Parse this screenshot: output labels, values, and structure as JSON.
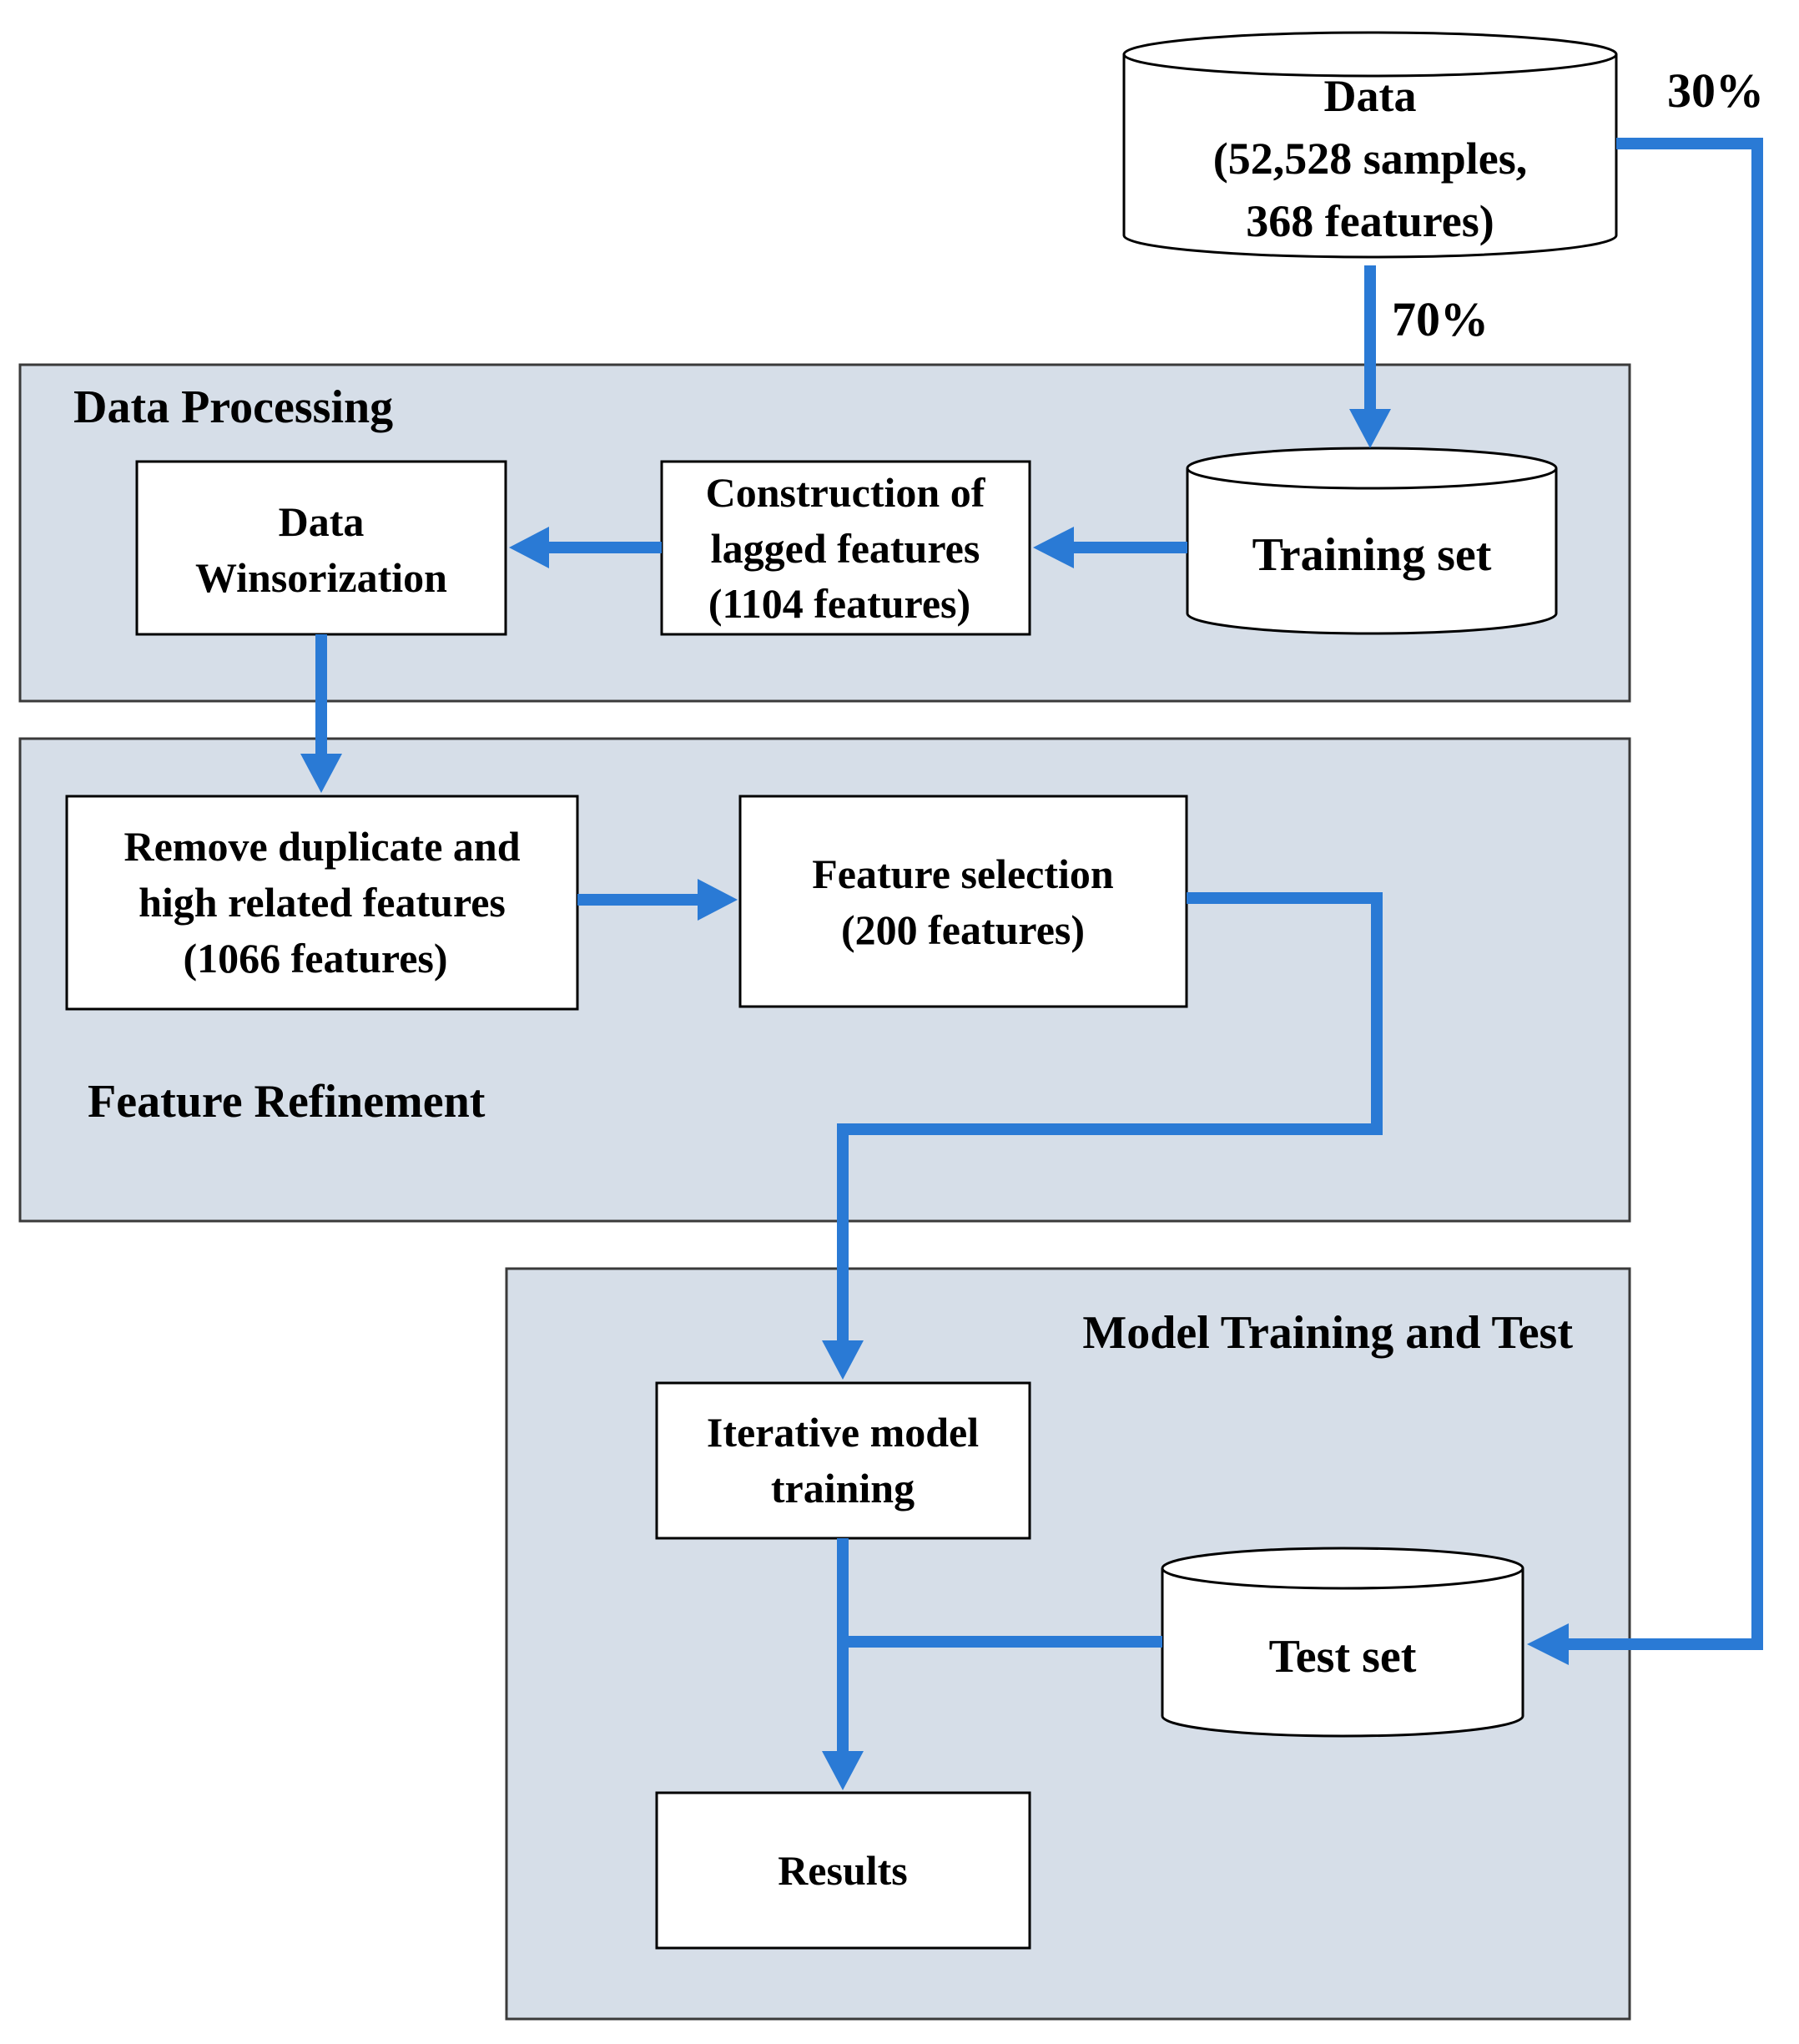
{
  "colors": {
    "panel_fill": "#d6dee8",
    "arrow": "#2a7ad5",
    "node_fill": "#ffffff",
    "stroke": "#000000"
  },
  "nodes": {
    "data": {
      "lines": [
        "Data",
        "(52,528 samples,",
        "368 features)"
      ]
    },
    "training_set": {
      "lines": [
        "Training set"
      ]
    },
    "construction": {
      "lines": [
        "Construction of",
        "lagged features",
        "(1104 features)"
      ]
    },
    "winsorization": {
      "lines": [
        "Data",
        "Winsorization"
      ]
    },
    "remove_duplicate": {
      "lines": [
        "Remove duplicate and",
        "high related features",
        "(1066 features)"
      ]
    },
    "feature_selection": {
      "lines": [
        "Feature selection",
        "(200 features)"
      ]
    },
    "iterative_training": {
      "lines": [
        "Iterative model",
        "training"
      ]
    },
    "test_set": {
      "lines": [
        "Test set"
      ]
    },
    "results": {
      "lines": [
        "Results"
      ]
    }
  },
  "panels": {
    "data_processing": "Data Processing",
    "feature_refinement": "Feature Refinement",
    "model_training": "Model Training and Test"
  },
  "edges": {
    "split_train": "70%",
    "split_test": "30%"
  }
}
